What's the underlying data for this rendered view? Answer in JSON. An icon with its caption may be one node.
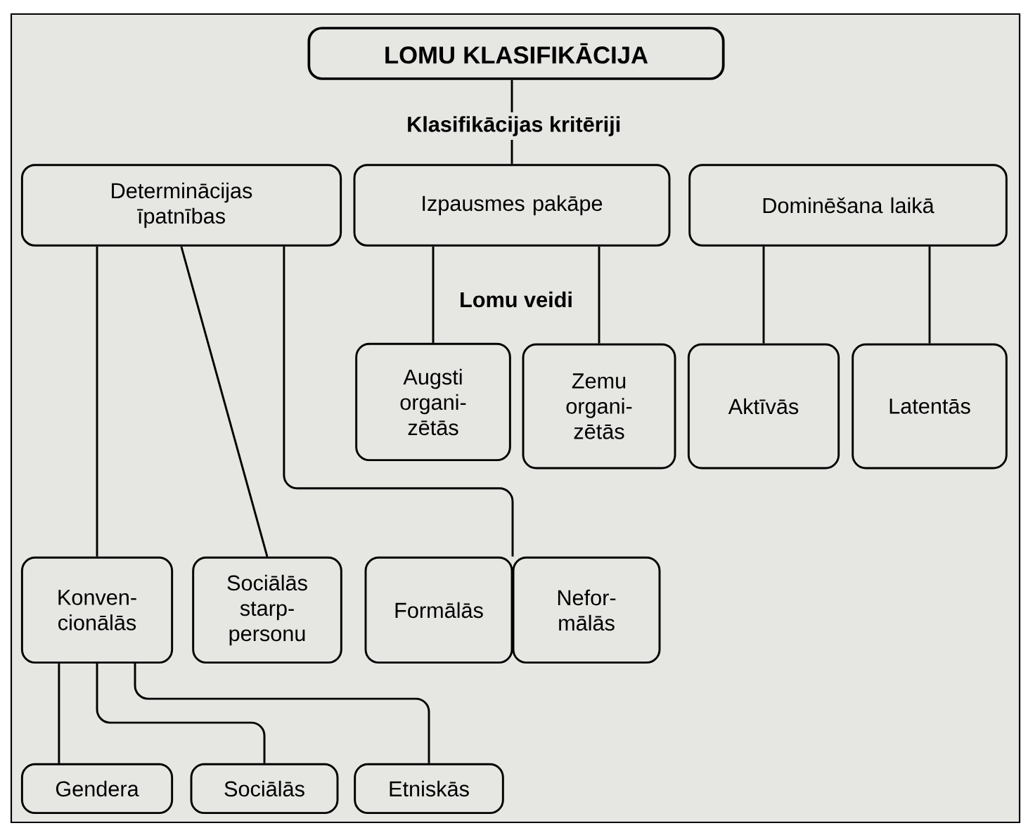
{
  "diagram": {
    "nodes": [
      {
        "text": [
          "LOMU KLASIFIKĀCIJA"
        ]
      },
      {
        "text": [
          "Determinācijas īpatnības"
        ]
      },
      {
        "text": [
          "Izpausmes pakāpe"
        ]
      },
      {
        "text": [
          "Dominēšana laikā"
        ]
      },
      {
        "text": [
          "Augsti organi-zētās"
        ]
      },
      {
        "text": [
          "Zemu organi-zētās"
        ]
      },
      {
        "text": [
          "Aktīvās"
        ]
      },
      {
        "text": [
          "Latentās"
        ]
      },
      {
        "text": [
          "Konven-cionālās"
        ]
      },
      {
        "text": [
          "Sociālās starp-personu"
        ]
      },
      {
        "text": [
          "Formālās"
        ]
      },
      {
        "text": [
          "Nefor-mālās"
        ]
      },
      {
        "text": [
          "Gendera"
        ]
      },
      {
        "text": [
          "Sociālās"
        ]
      },
      {
        "text": [
          "Etniskās"
        ]
      }
    ],
    "edges": [
      {
        "from": 0,
        "to": 2,
        "arrow": "none",
        "label": "Klasifikācijas kritēriji"
      },
      {
        "from": 2,
        "to": 4,
        "arrow": "none"
      },
      {
        "from": 2,
        "to": 5,
        "arrow": "none"
      },
      {
        "from": 3,
        "to": 6,
        "arrow": "none"
      },
      {
        "from": 3,
        "to": 7,
        "arrow": "none"
      },
      {
        "from": 1,
        "to": 8,
        "arrow": "none"
      },
      {
        "from": 1,
        "to": 9,
        "arrow": "none"
      },
      {
        "from": 1,
        "to": 10,
        "arrow": "none"
      },
      {
        "from": 1,
        "to": 11,
        "arrow": "none"
      },
      {
        "from": 8,
        "to": 12,
        "arrow": "none"
      },
      {
        "from": 8,
        "to": 13,
        "arrow": "none"
      },
      {
        "from": 8,
        "to": 14,
        "arrow": "none"
      }
    ],
    "labels": [
      "Lomu veidi"
    ]
  }
}
